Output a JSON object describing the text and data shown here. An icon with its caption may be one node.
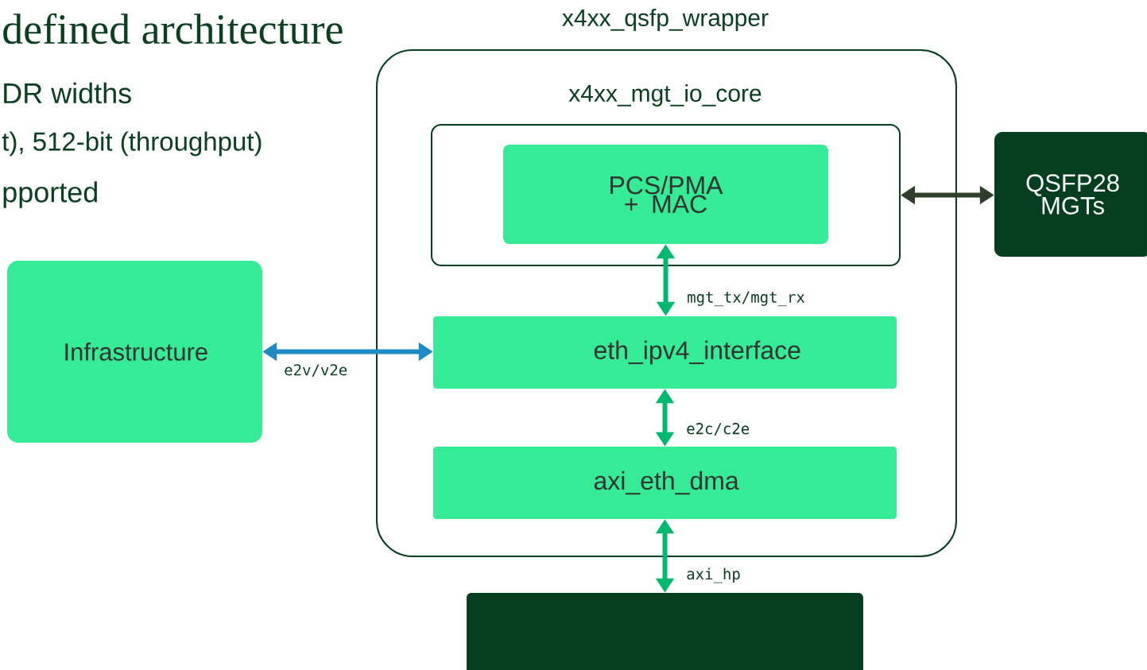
{
  "diagram": {
    "nodes": [
      {
        "text": [
          "x4xx_qsfp_wrapper"
        ]
      },
      {
        "text": [
          "x4xx_mgt_io_core"
        ],
        "in": 0
      },
      {
        "text": [
          "PCS/PMA + MAC"
        ],
        "in": 1
      },
      {
        "text": [
          "eth_ipv4_interface"
        ],
        "in": 0
      },
      {
        "text": [
          "axi_eth_dma"
        ],
        "in": 0
      },
      {
        "text": [
          "Infrastructure"
        ]
      },
      {
        "text": [
          "QSFP28 MGTs"
        ]
      },
      {
        "text": [],
        "shape": "box"
      }
    ],
    "edges": [
      {
        "from": 2,
        "to": 3,
        "arrow": "both",
        "label": "mgt_tx/mgt_rx"
      },
      {
        "from": 5,
        "to": 3,
        "arrow": "both",
        "label": "e2v/v2e",
        "color": "#1e8bc3"
      },
      {
        "from": 3,
        "to": 4,
        "arrow": "both",
        "label": "e2c/c2e"
      },
      {
        "from": 4,
        "to": 7,
        "arrow": "both",
        "label": "axi_hp"
      },
      {
        "from": 1,
        "to": 6,
        "arrow": "both",
        "color": "#2f3f2a"
      }
    ],
    "labels": [
      "defined architecture",
      "DR widths",
      "t), 512-bit (throughput)",
      "pported"
    ]
  }
}
